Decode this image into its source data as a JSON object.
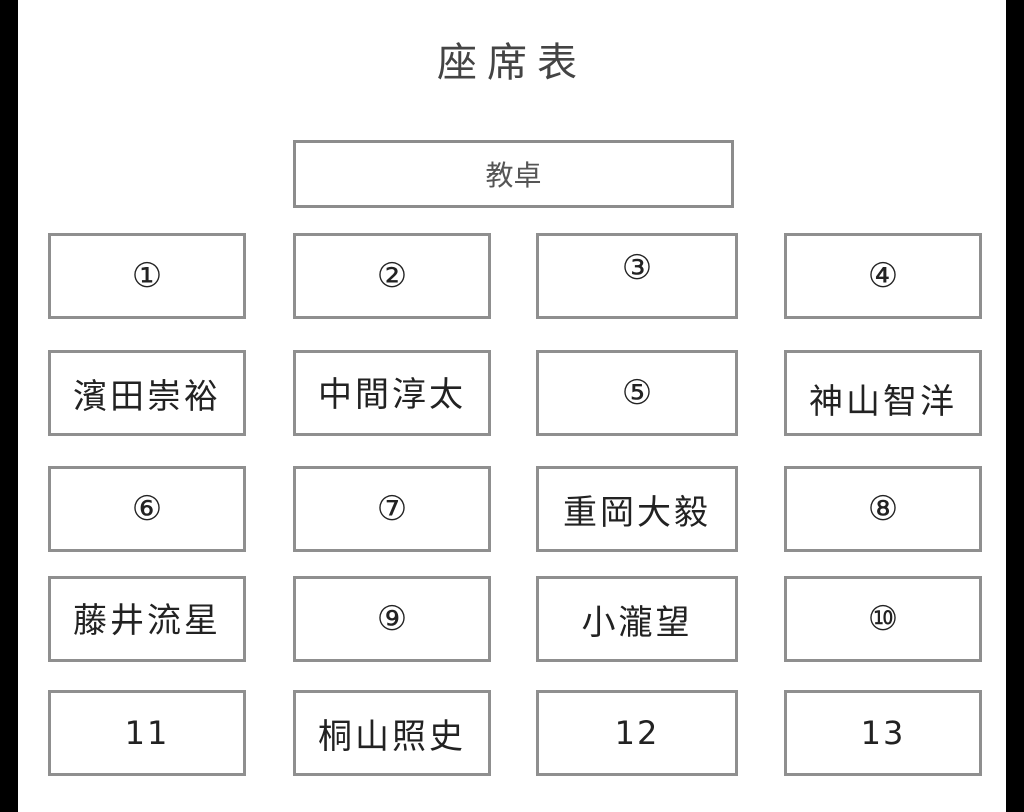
{
  "title": "座席表",
  "podium": "教卓",
  "seats": [
    [
      "①",
      "②",
      "③",
      "④"
    ],
    [
      "濱田崇裕",
      "中間淳太",
      "⑤",
      "神山智洋"
    ],
    [
      "⑥",
      "⑦",
      "重岡大毅",
      "⑧"
    ],
    [
      "藤井流星",
      "⑨",
      "小瀧望",
      "⑩"
    ],
    [
      "11",
      "桐山照史",
      "12",
      "13"
    ]
  ],
  "colors": {
    "background": "#000000",
    "sheet": "#ffffff",
    "border": "#8f8f8f",
    "text": "#222222"
  }
}
